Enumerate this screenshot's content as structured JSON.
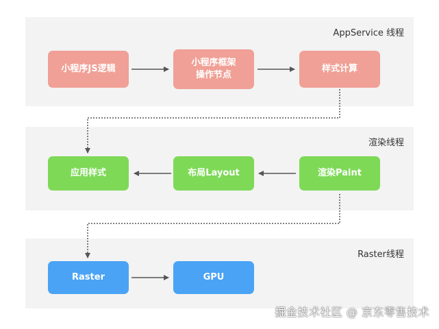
{
  "colors": {
    "lane_bg": "#f3f3f3",
    "red_node": "#f0a096",
    "green_node": "#7ed957",
    "blue_node": "#4aa3f5",
    "arrow": "#555555"
  },
  "lanes": [
    {
      "title": "AppService 线程",
      "nodes": [
        {
          "label": "小程序JS逻辑"
        },
        {
          "label_lines": [
            "小程序框架",
            "操作节点"
          ]
        },
        {
          "label": "样式计算"
        }
      ]
    },
    {
      "title": "渲染线程",
      "nodes": [
        {
          "label": "应用样式"
        },
        {
          "label": "布局Layout"
        },
        {
          "label": "渲染Paint"
        }
      ]
    },
    {
      "title": "Raster线程",
      "nodes": [
        {
          "label": "Raster"
        },
        {
          "label": "GPU"
        }
      ]
    }
  ],
  "watermark": "掘金技术社区 @ 京东零售技术"
}
